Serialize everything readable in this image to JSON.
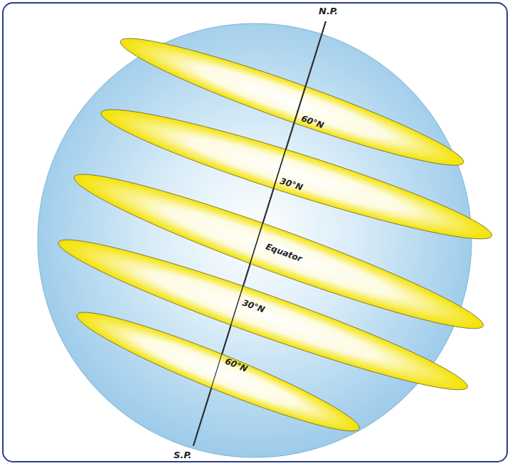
{
  "diagram": {
    "nodes": [
      {
        "text": [
          "60°N"
        ]
      },
      {
        "text": [
          "30°N"
        ]
      },
      {
        "text": [
          "Equator"
        ]
      },
      {
        "text": [
          "30°N"
        ]
      },
      {
        "text": [
          "60°N"
        ]
      }
    ],
    "labels": [
      "N.P.",
      "S.P."
    ]
  }
}
